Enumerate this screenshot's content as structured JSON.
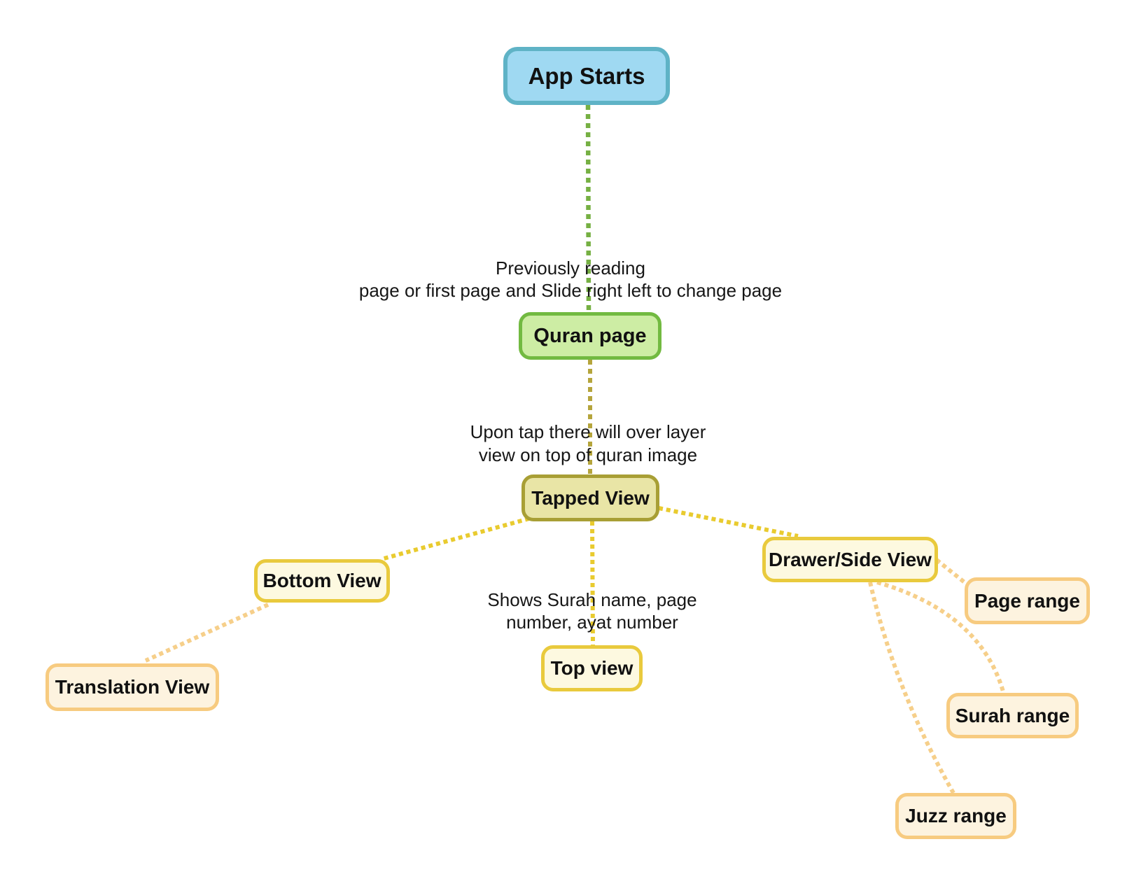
{
  "nodes": {
    "app_starts": {
      "label": "App Starts"
    },
    "quran_page": {
      "label": "Quran page"
    },
    "tapped_view": {
      "label": "Tapped View"
    },
    "bottom_view": {
      "label": "Bottom View"
    },
    "translation_view": {
      "label": "Translation View"
    },
    "top_view": {
      "label": "Top view"
    },
    "drawer_side_view": {
      "label": "Drawer/Side View"
    },
    "page_range": {
      "label": "Page range"
    },
    "surah_range": {
      "label": "Surah range"
    },
    "juzz_range": {
      "label": "Juzz range"
    }
  },
  "annotations": {
    "app_to_quran": {
      "line1": "Previously reading",
      "line2": "page or first page and Slide right left to change page"
    },
    "quran_to_tapped": {
      "line1": "Upon tap there will over layer",
      "line2": "view on top of quran image"
    },
    "tapped_to_top": {
      "line1": "Shows Surah name, page",
      "line2": "number, ayat number"
    }
  },
  "colors": {
    "node_blue_fill": "#9fd9f2",
    "node_blue_border": "#5fb3c6",
    "node_green_fill": "#cdeda4",
    "node_green_border": "#72ba41",
    "node_khaki_fill": "#e9e5a6",
    "node_khaki_border": "#a89f35",
    "node_yellow_fill": "#fdf9e0",
    "node_yellow_border": "#e9ca3d",
    "node_orange_fill": "#fdf3df",
    "node_orange_border": "#f7cb80",
    "edge_green": "#76b043",
    "edge_olive": "#b5a53c",
    "edge_gold": "#e9cb2f",
    "edge_orange": "#f6cf8a"
  }
}
